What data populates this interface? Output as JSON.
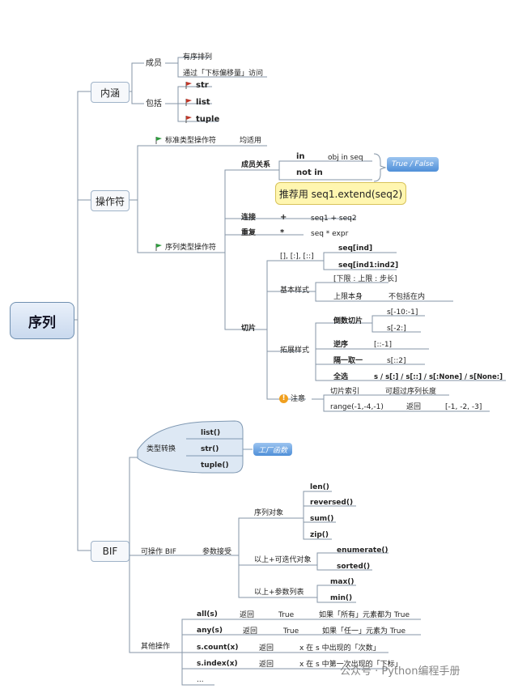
{
  "root": "序列",
  "sections": {
    "neihan": {
      "label": "内涵",
      "member": {
        "label": "成员",
        "items": [
          "有序排列",
          "通过「下标偏移量」访问"
        ]
      },
      "include": {
        "label": "包括",
        "items": [
          "str",
          "list",
          "tuple"
        ]
      }
    },
    "operators": {
      "label": "操作符",
      "standard": {
        "label": "标准类型操作符",
        "note": "均适用"
      },
      "sequence": {
        "label": "序列类型操作符",
        "membership": {
          "label": "成员关系",
          "in": "in",
          "in_expr": "obj in seq",
          "not_in": "not in",
          "badge": "True / False"
        },
        "callout": "推荐用 seq1.extend(seq2)",
        "concat": {
          "label": "连接",
          "op": "+",
          "expr": "seq1 + seq2"
        },
        "repeat": {
          "label": "重复",
          "op": "*",
          "expr": "seq * expr"
        },
        "slice": {
          "label": "切片",
          "syntax": "[], [:], [::]",
          "syntax_items": [
            "seq[ind]",
            "seq[ind1:ind2]"
          ],
          "basic": {
            "label": "基本样式",
            "items": [
              "[下限 : 上限 : 步长]",
              "上限本身",
              "不包括在内"
            ]
          },
          "extended": {
            "label": "拓展样式",
            "reverse_slice": {
              "label": "倒数切片",
              "items": [
                "s[-10:-1]",
                "s[-2:]"
              ]
            },
            "reverse": {
              "label": "逆序",
              "value": "[::-1]"
            },
            "every_other": {
              "label": "隔一取一",
              "value": "s[::2]"
            },
            "select_all": {
              "label": "全选",
              "value": "s / s[:] / s[::] / s[:None] / s[None:]"
            }
          },
          "notice": {
            "label": "注意",
            "items": [
              "切片索引",
              "可超过序列长度",
              "range(-1,-4,-1)",
              "返回",
              "[-1, -2, -3]"
            ]
          }
        }
      }
    },
    "bif": {
      "label": "BIF",
      "convert": {
        "label": "类型转换",
        "items": [
          "list()",
          "str()",
          "tuple()"
        ],
        "badge": "工厂函数"
      },
      "operable": {
        "label": "可操作 BIF",
        "param": "参数接受",
        "seq_obj": {
          "label": "序列对象",
          "items": [
            "len()",
            "reversed()",
            "sum()",
            "zip()"
          ]
        },
        "iterable": {
          "label": "以上+可迭代对象",
          "items": [
            "enumerate()",
            "sorted()"
          ]
        },
        "args": {
          "label": "以上+参数列表",
          "items": [
            "max()",
            "min()"
          ]
        }
      },
      "other": {
        "label": "其他操作",
        "rows": [
          {
            "fn": "all(s)",
            "ret": "返回",
            "val": "True",
            "desc": "如果「所有」元素都为 True"
          },
          {
            "fn": "any(s)",
            "ret": "返回",
            "val": "True",
            "desc": "如果「任一」元素为 True"
          },
          {
            "fn": "s.count(x)",
            "ret": "返回",
            "val": "",
            "desc": "x 在 s 中出现的「次数」"
          },
          {
            "fn": "s.index(x)",
            "ret": "返回",
            "val": "",
            "desc": "x 在 s 中第一次出现的「下标」"
          },
          {
            "fn": "...",
            "ret": "",
            "val": "",
            "desc": ""
          }
        ]
      }
    }
  },
  "watermark": "公众号 · Python编程手册",
  "colors": {
    "line": "#7a8a99",
    "flag_green": "#2e9b3e",
    "flag_red": "#c0392b"
  }
}
